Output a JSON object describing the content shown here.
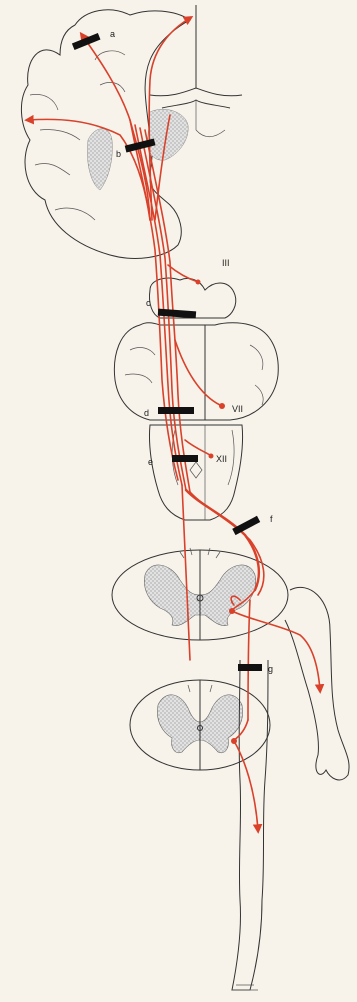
{
  "colors": {
    "background": "#f7f3ea",
    "tract": "#d9412b",
    "lesion": "#111111",
    "ink": "#333333",
    "grey_matter": "#cfcfcf"
  },
  "labels": {
    "a": "a",
    "b": "b",
    "c": "c",
    "d": "d",
    "e": "e",
    "f": "f",
    "g": "g",
    "III": "III",
    "VII": "VII",
    "XII": "XII"
  }
}
